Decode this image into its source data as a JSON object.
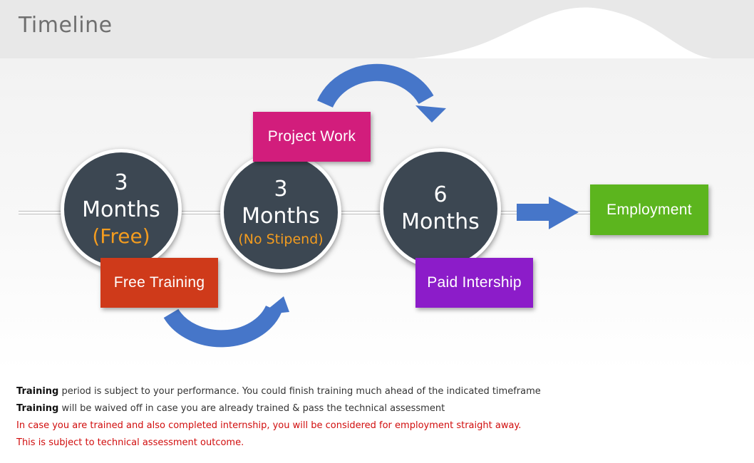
{
  "page": {
    "title": "Timeline"
  },
  "timeline": {
    "stages": [
      {
        "number": "3",
        "unit": "Months",
        "note": "(Free)",
        "label": "Free Training"
      },
      {
        "number": "3",
        "unit": "Months",
        "note": "(No Stipend)",
        "label": "Project Work"
      },
      {
        "number": "6",
        "unit": "Months",
        "note": "",
        "label": "Paid Intership"
      }
    ],
    "outcome": "Employment"
  },
  "colors": {
    "circle": "#3c4752",
    "highlight_text": "#f39c1f",
    "free_training": "#cf3a1a",
    "project_work": "#d21d7c",
    "paid_internship": "#8c1cc9",
    "employment": "#5cb51e",
    "arrows": "#4676c9",
    "warning_text": "#d10d0d"
  },
  "notes": [
    {
      "bold": "Training",
      "text": " period is subject to your performance. You could finish training much ahead of the indicated timeframe"
    },
    {
      "bold": "Training",
      "text": " will be waived off in case you are already trained & pass the technical assessment"
    },
    {
      "text": "In case you are trained and also completed internship, you will be considered for employment straight away."
    },
    {
      "text": "This is subject to technical assessment outcome."
    }
  ]
}
